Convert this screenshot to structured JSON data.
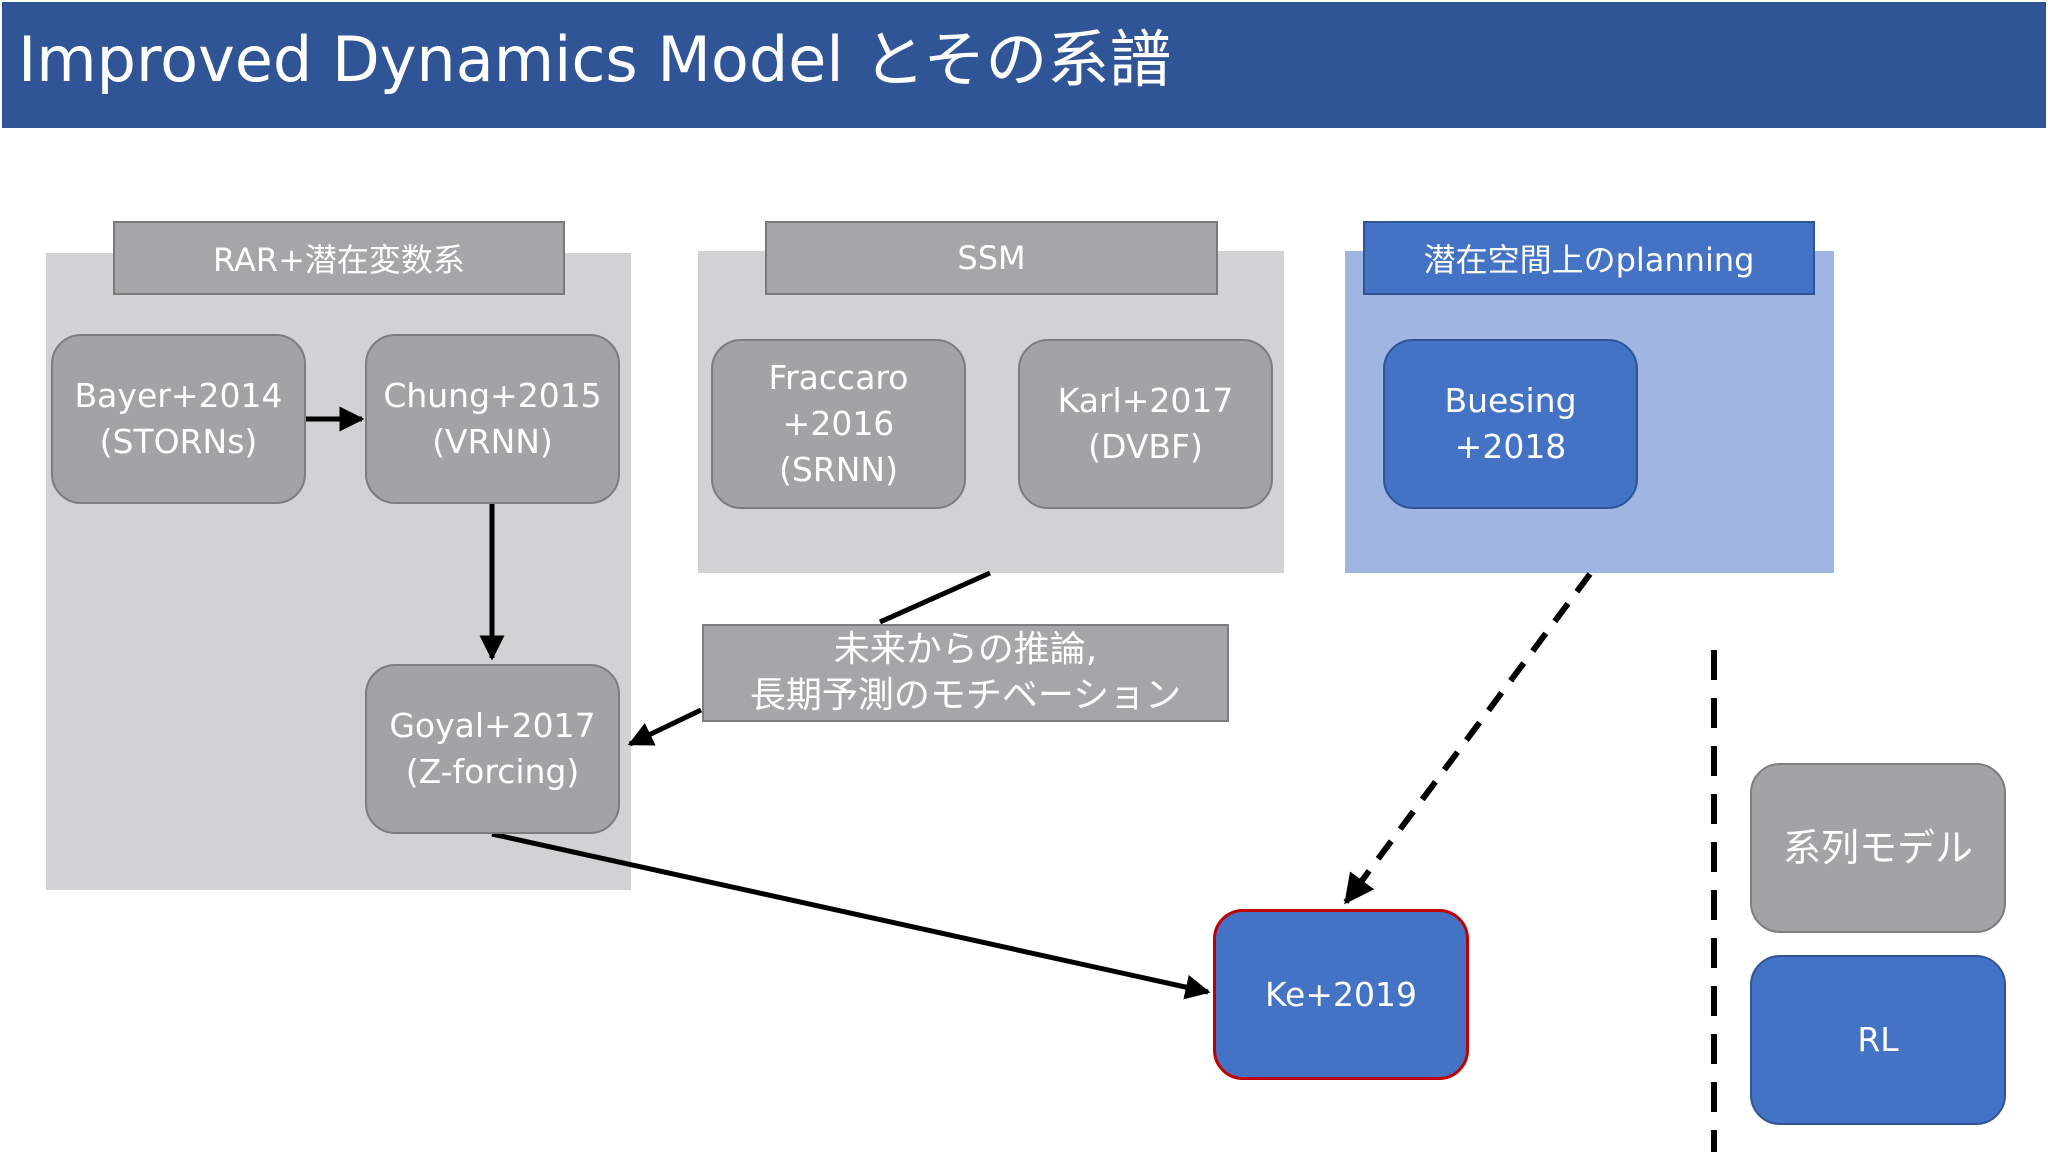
{
  "title": "Improved Dynamics Model とその系譜",
  "groups": {
    "rar": {
      "label": "RAR+潜在変数系"
    },
    "ssm": {
      "label": "SSM"
    },
    "planning": {
      "label": "潜在空間上のplanning"
    }
  },
  "nodes": {
    "bayer": {
      "line1": "Bayer+2014",
      "line2": "(STORNs)"
    },
    "chung": {
      "line1": "Chung+2015",
      "line2": "(VRNN)"
    },
    "goyal": {
      "line1": "Goyal+2017",
      "line2": "(Z-forcing)"
    },
    "fraccaro": {
      "line1": "Fraccaro",
      "line2": "+2016",
      "line3": "(SRNN)"
    },
    "karl": {
      "line1": "Karl+2017",
      "line2": "(DVBF)"
    },
    "buesing": {
      "line1": "Buesing",
      "line2": "+2018"
    },
    "ke": {
      "line1": "Ke+2019"
    }
  },
  "callout": {
    "line1": "未来からの推論,",
    "line2": "長期予測のモチベーション"
  },
  "legend": {
    "sequence_model": "系列モデル",
    "rl": "RL"
  },
  "colors": {
    "title_bar": "#2f5597",
    "grey_node": "#a3a3a5",
    "blue_node": "#4472c4",
    "grey_group": "#d2d1d3",
    "blue_group": "#a0b6e2",
    "ke_border": "#c00000"
  }
}
